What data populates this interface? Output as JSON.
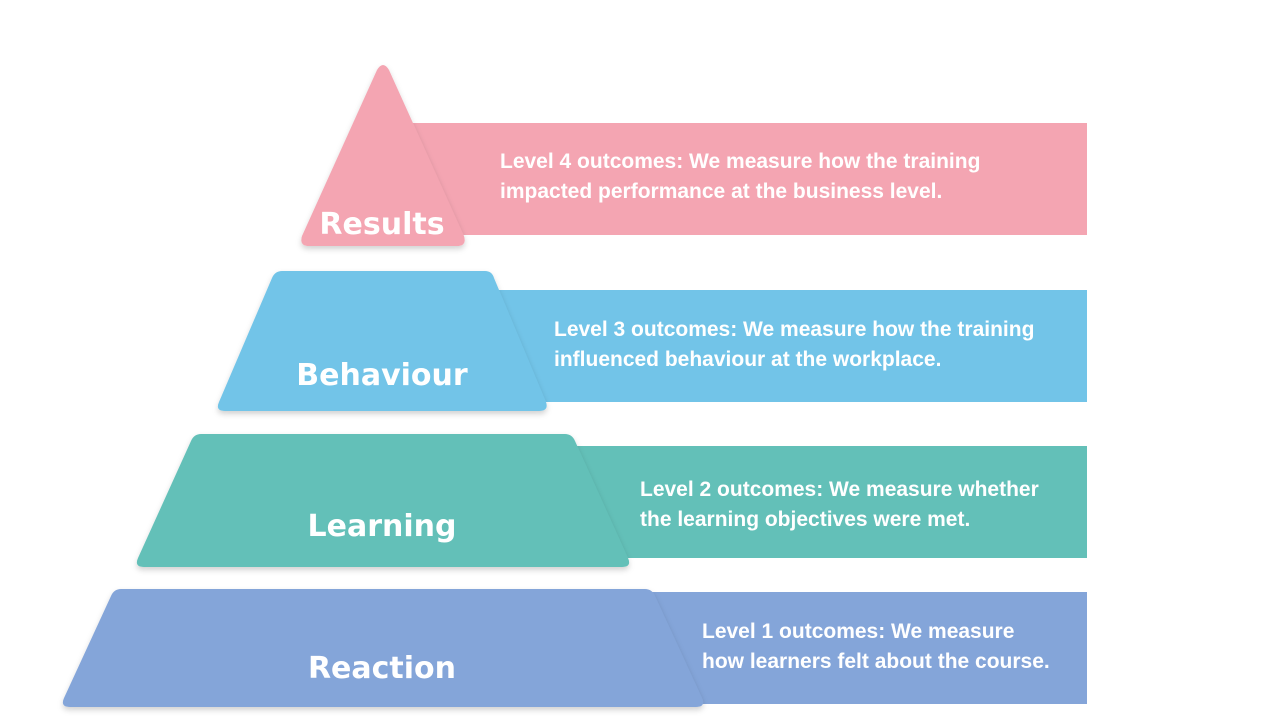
{
  "diagram": {
    "tiers": [
      {
        "label": "Results",
        "color": "#f4a5b2",
        "description_lines": [
          "Level 4 outcomes: We measure how the training",
          "impacted performance at the business level."
        ]
      },
      {
        "label": "Behaviour",
        "color": "#72c4e8",
        "description_lines": [
          "Level 3 outcomes: We measure how the training",
          "influenced behaviour at the workplace."
        ]
      },
      {
        "label": "Learning",
        "color": "#63c0b8",
        "description_lines": [
          "Level 2 outcomes: We measure whether",
          "the learning objectives were met."
        ]
      },
      {
        "label": "Reaction",
        "color": "#84a5d9",
        "description_lines": [
          "Level 1 outcomes: We measure",
          "how learners felt about the course."
        ]
      }
    ]
  }
}
